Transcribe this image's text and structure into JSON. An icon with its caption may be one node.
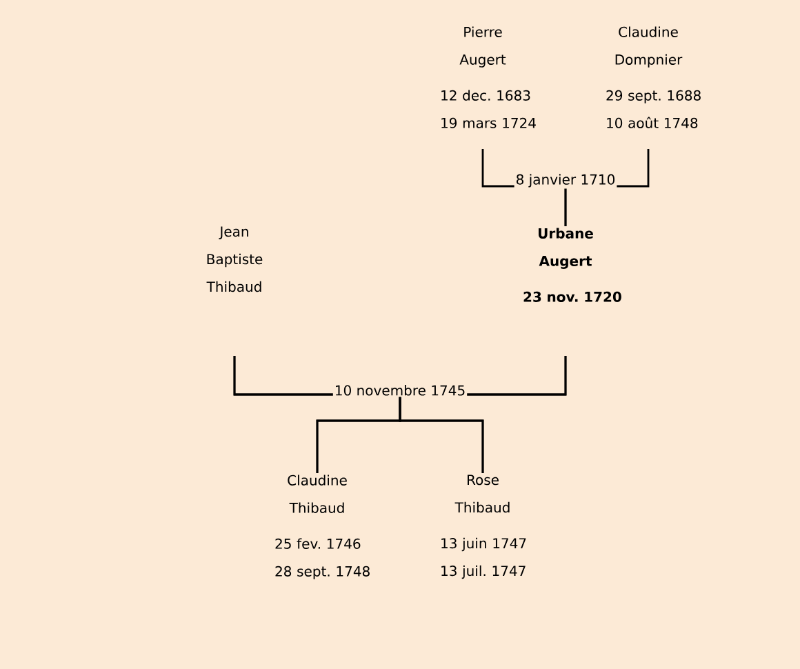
{
  "diagram": {
    "nodes": [
      {
        "text": [
          "Pierre Augert",
          "12 dec. 1683",
          "19 mars 1724"
        ]
      },
      {
        "text": [
          "Claudine Dompnier",
          "29 sept. 1688",
          "10 août 1748"
        ]
      },
      {
        "text": [
          "Jean Baptiste Thibaud"
        ]
      },
      {
        "text": [
          "Urbane Augert",
          "23 nov. 1720"
        ]
      },
      {
        "text": [
          "Claudine Thibaud",
          "25 fev. 1746",
          "28 sept. 1748"
        ]
      },
      {
        "text": [
          "Rose Thibaud",
          "13 juin 1747",
          "13 juil. 1747"
        ]
      }
    ],
    "edges": [
      {
        "from": 0,
        "to": 3,
        "arrow": "none",
        "label": "8 janvier 1710"
      },
      {
        "from": 1,
        "to": 3,
        "arrow": "none"
      },
      {
        "from": 2,
        "to": 4,
        "arrow": "none",
        "label": "10 novembre 1745"
      },
      {
        "from": 2,
        "to": 5,
        "arrow": "none"
      },
      {
        "from": 3,
        "to": 4,
        "arrow": "none"
      },
      {
        "from": 3,
        "to": 5,
        "arrow": "none"
      }
    ]
  }
}
